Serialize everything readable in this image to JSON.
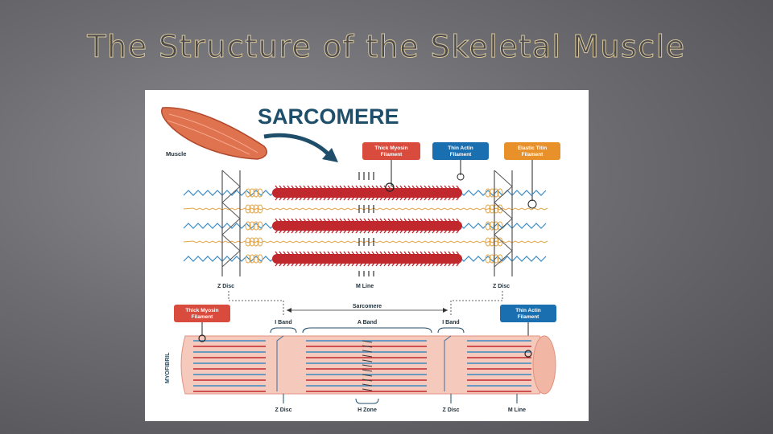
{
  "slide": {
    "title": "The Structure of the Skeletal Muscle"
  },
  "diagram": {
    "heading": "SARCOMERE",
    "muscle_label": "Muscle",
    "tags_top": {
      "thick_myosin": "Thick Myosin\nFilament",
      "thin_actin": "Thin Actin\nFilament",
      "elastic_titin": "Elastic Titin\nFilament"
    },
    "lines_top": {
      "z_disc_left": "Z Disc",
      "m_line": "M Line",
      "z_disc_right": "Z Disc"
    },
    "sarcomere_label": "Sarcomere",
    "bands": {
      "i_band_left": "I Band",
      "a_band": "A Band",
      "i_band_right": "I Band"
    },
    "tags_bottom": {
      "thick_myosin": "Thick Myosin\nFilament",
      "thin_actin": "Thin Actin\nFilament"
    },
    "myofibril_label": "MYOFIBRIL",
    "bottom_labels": {
      "z_disc_left": "Z Disc",
      "h_zone": "H Zone",
      "z_disc_right": "Z Disc",
      "m_line": "M Line"
    },
    "colors": {
      "navy": "#1f4e6b",
      "red": "#c0282d",
      "red_tag": "#d94c3d",
      "blue_tag": "#1a6fb0",
      "orange_tag": "#e8912a",
      "titin": "#e2a547",
      "actin": "#3a8cc4",
      "muscle": "#e0734f",
      "fibril": "#f6c9bd"
    }
  }
}
